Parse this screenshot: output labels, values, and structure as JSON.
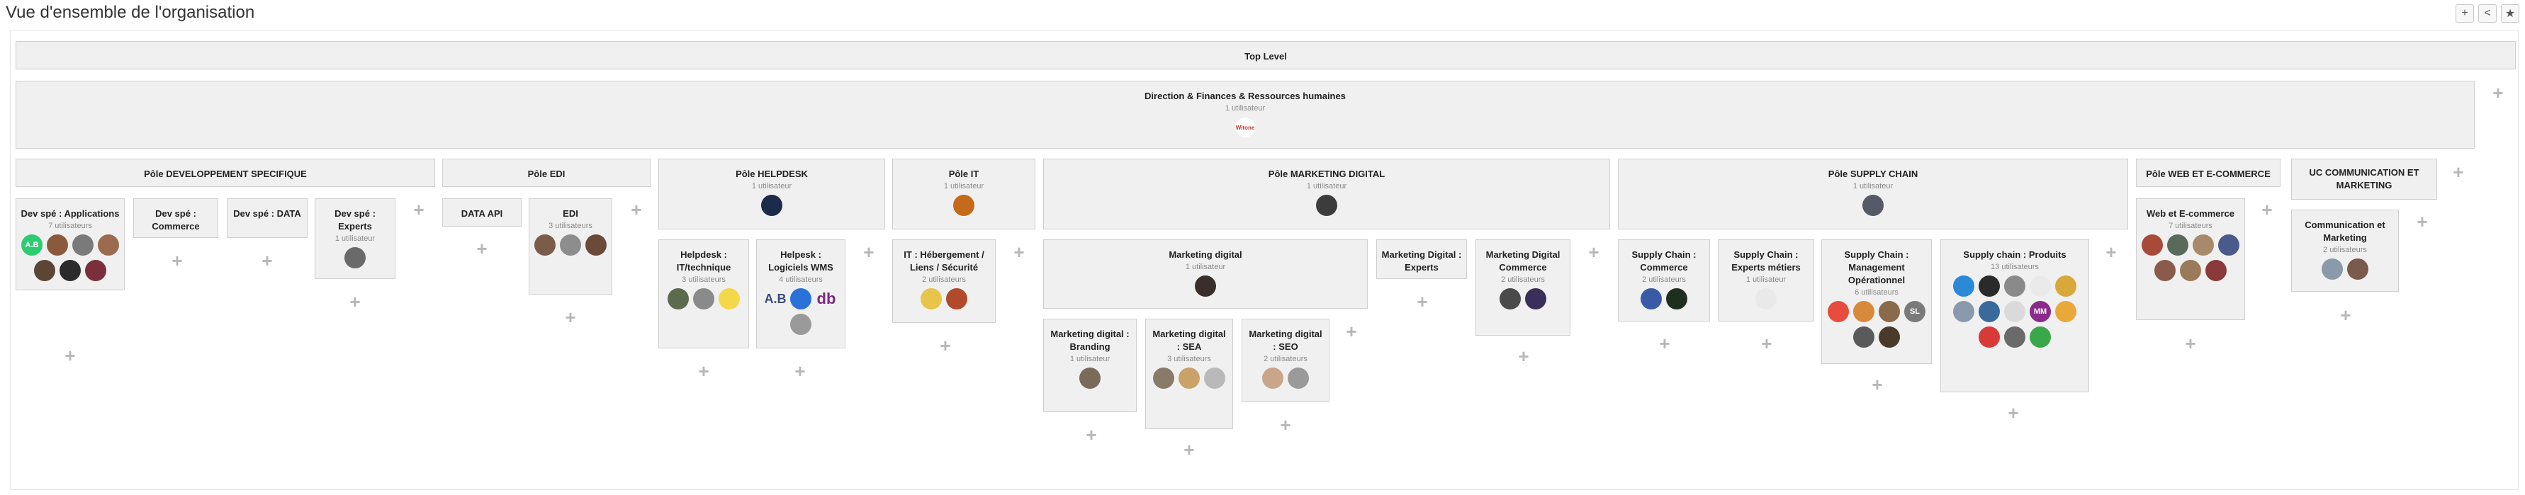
{
  "page": {
    "title": "Vue d'ensemble de l'organisation"
  },
  "toolbar": {
    "add_icon": "plus-icon",
    "share_icon": "share-icon",
    "star_icon": "star-icon"
  },
  "top_level": {
    "title": "Top Level"
  },
  "direction": {
    "title": "Direction & Finances & Ressources humaines",
    "users": "1 utilisateur"
  },
  "poles": {
    "dev": {
      "title": "Pôle DEVELOPPEMENT SPECIFIQUE"
    },
    "edi": {
      "title": "Pôle EDI"
    },
    "helpdesk": {
      "title": "Pôle HELPDESK",
      "users": "1 utilisateur"
    },
    "it": {
      "title": "Pôle IT",
      "users": "1 utilisateur"
    },
    "marketing": {
      "title": "Pôle MARKETING DIGITAL",
      "users": "1 utilisateur"
    },
    "supply": {
      "title": "Pôle SUPPLY CHAIN",
      "users": "1 utilisateur"
    },
    "web": {
      "title": "Pôle WEB ET E-COMMERCE"
    },
    "uc": {
      "title": "UC COMMUNICATION ET MARKETING"
    }
  },
  "teams": {
    "dev_applications": {
      "title": "Dev spé : Applications",
      "users": "7 utilisateurs"
    },
    "dev_commerce": {
      "title": "Dev spé : Commerce"
    },
    "dev_data": {
      "title": "Dev spé : DATA"
    },
    "dev_experts": {
      "title": "Dev spé : Experts",
      "users": "1 utilisateur"
    },
    "data_api": {
      "title": "DATA API"
    },
    "edi": {
      "title": "EDI",
      "users": "3 utilisateurs"
    },
    "helpdesk_it": {
      "title": "Helpdesk : IT/technique",
      "users": "3 utilisateurs"
    },
    "helpdesk_wms": {
      "title": "Helpesk : Logiciels WMS",
      "users": "4 utilisateurs"
    },
    "it_hosting": {
      "title": "IT : Hébergement / Liens / Sécurité",
      "users": "2 utilisateurs"
    },
    "marketing_digital": {
      "title": "Marketing digital",
      "users": "1 utilisateur"
    },
    "marketing_experts": {
      "title": "Marketing Digital : Experts"
    },
    "marketing_commerce": {
      "title": "Marketing Digital Commerce",
      "users": "2 utilisateurs"
    },
    "marketing_branding": {
      "title": "Marketing digital : Branding",
      "users": "1 utilisateur"
    },
    "marketing_sea": {
      "title": "Marketing digital : SEA",
      "users": "3 utilisateurs"
    },
    "marketing_seo": {
      "title": "Marketing digital : SEO",
      "users": "2 utilisateurs"
    },
    "supply_commerce": {
      "title": "Supply Chain : Commerce",
      "users": "2 utilisateurs"
    },
    "supply_experts": {
      "title": "Supply Chain : Experts métiers",
      "users": "1 utilisateur"
    },
    "supply_management": {
      "title": "Supply Chain : Management Opérationnel",
      "users": "6 utilisateurs"
    },
    "supply_produits": {
      "title": "Supply chain : Produits",
      "users": "13 utilisateurs"
    },
    "web_ecommerce": {
      "title": "Web et E-commerce",
      "users": "7 utilisateurs"
    },
    "communication": {
      "title": "Communication et Marketing",
      "users": "2 utilisateurs"
    }
  },
  "avatar_texts": {
    "ab": "A.B",
    "db": "db",
    "sl": "SL",
    "mm": "MM",
    "logo": "Witone"
  },
  "colors": {
    "box_bg": "#f0f0f0",
    "box_border": "#cfcfcf",
    "plus": "#b7b7b7"
  }
}
